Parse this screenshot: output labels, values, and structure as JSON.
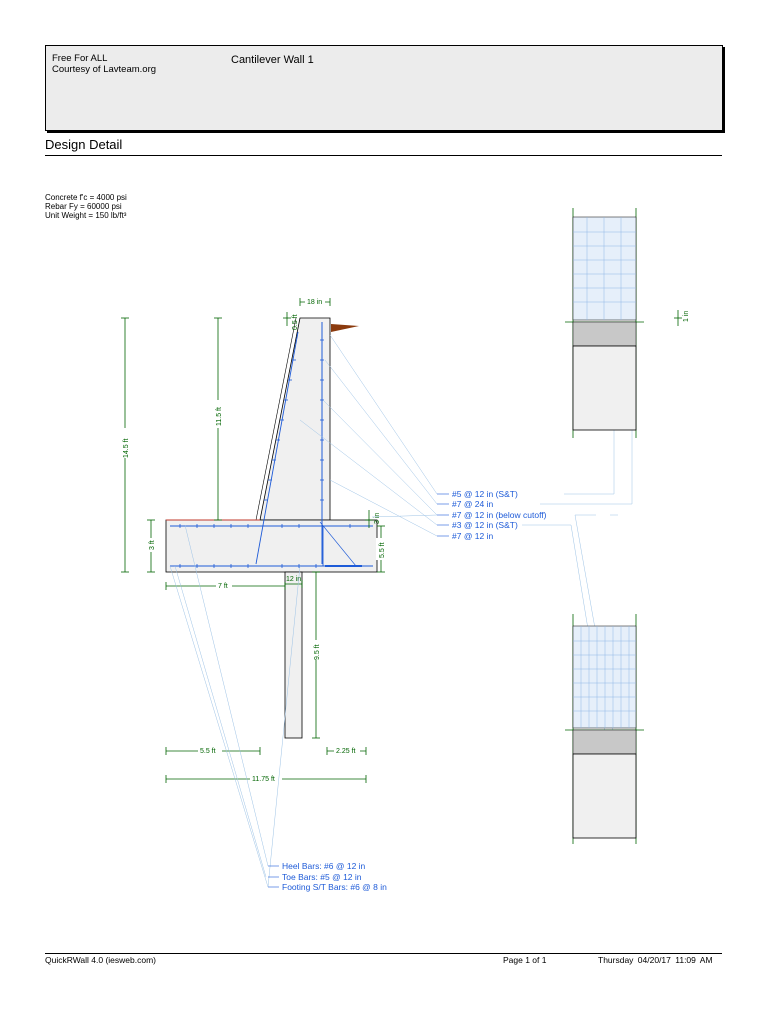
{
  "header": {
    "line1": "Free For ALL",
    "line2": "Courtesy of Lavteam.org",
    "title": "Cantilever Wall 1"
  },
  "section_title": "Design Detail",
  "properties": {
    "concrete": "Concrete f'c = 4000 psi",
    "rebar": "Rebar Fy = 60000 psi",
    "unit_weight": "Unit Weight = 150 lb/ft³"
  },
  "dimensions": {
    "stem_top_width": "18 in",
    "top_small": "0.5 ft",
    "total_height": "14.5 ft",
    "stem_height": "11.5 ft",
    "footing_thickness": "3 ft",
    "toe_cover": "3 in",
    "heel_length": "7 ft",
    "key_width": "12 in",
    "key_depth": "9.5 ft",
    "heel_cover": "5.5 ft",
    "toe_length": "2.25 ft",
    "footing_width": "11.75 ft",
    "section_gap": "1 in"
  },
  "rebar_callouts": [
    "#5 @ 12 in (S&T)",
    "#7 @ 24 in",
    "#7 @ 12 in (below cutoff)",
    "#3 @ 12 in (S&T)",
    "#7 @ 12 in"
  ],
  "footing_callouts": [
    "Heel Bars:  #6 @ 12 in",
    "Toe Bars:  #5 @ 12 in",
    "Footing S/T Bars:  #6 @ 8 in"
  ],
  "footer": {
    "software": "QuickRWall 4.0 (iesweb.com)",
    "page": "Page 1 of 1",
    "datetime": "Thursday  04/20/17  11:09 AM"
  }
}
